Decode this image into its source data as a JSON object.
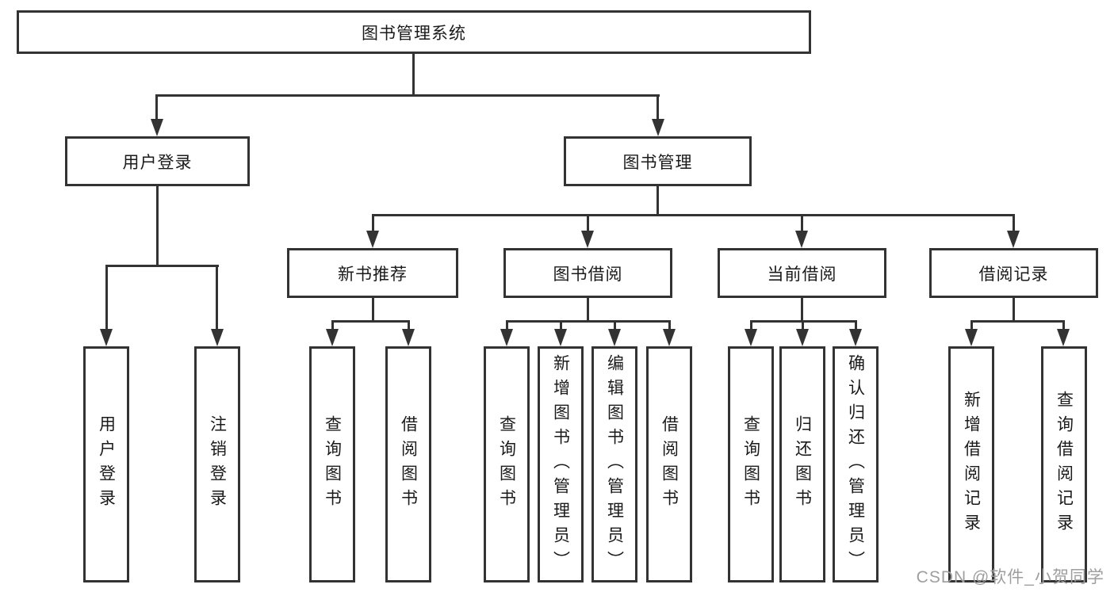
{
  "tree": {
    "root": {
      "label": "图书管理系统",
      "children": [
        {
          "label": "用户登录",
          "children": [
            {
              "label": "用户登录"
            },
            {
              "label": "注销登录"
            }
          ]
        },
        {
          "label": "图书管理",
          "children": [
            {
              "label": "新书推荐",
              "children": [
                {
                  "label": "查询图书"
                },
                {
                  "label": "借阅图书"
                }
              ]
            },
            {
              "label": "图书借阅",
              "children": [
                {
                  "label": "查询图书"
                },
                {
                  "label": "新增图书（管理员）"
                },
                {
                  "label": "编辑图书（管理员）"
                },
                {
                  "label": "借阅图书"
                }
              ]
            },
            {
              "label": "当前借阅",
              "children": [
                {
                  "label": "查询图书"
                },
                {
                  "label": "归还图书"
                },
                {
                  "label": "确认归还（管理员）"
                }
              ]
            },
            {
              "label": "借阅记录",
              "children": [
                {
                  "label": "新增借阅记录"
                },
                {
                  "label": "查询借阅记录"
                }
              ]
            }
          ]
        }
      ]
    }
  },
  "watermark": {
    "text": "CSDN @软件_小贺同学"
  },
  "colors": {
    "line": "#333333",
    "box_fill": "#ffffff",
    "text": "#1a1a1a",
    "watermark": "#9e9e9e",
    "background": "#ffffff"
  }
}
